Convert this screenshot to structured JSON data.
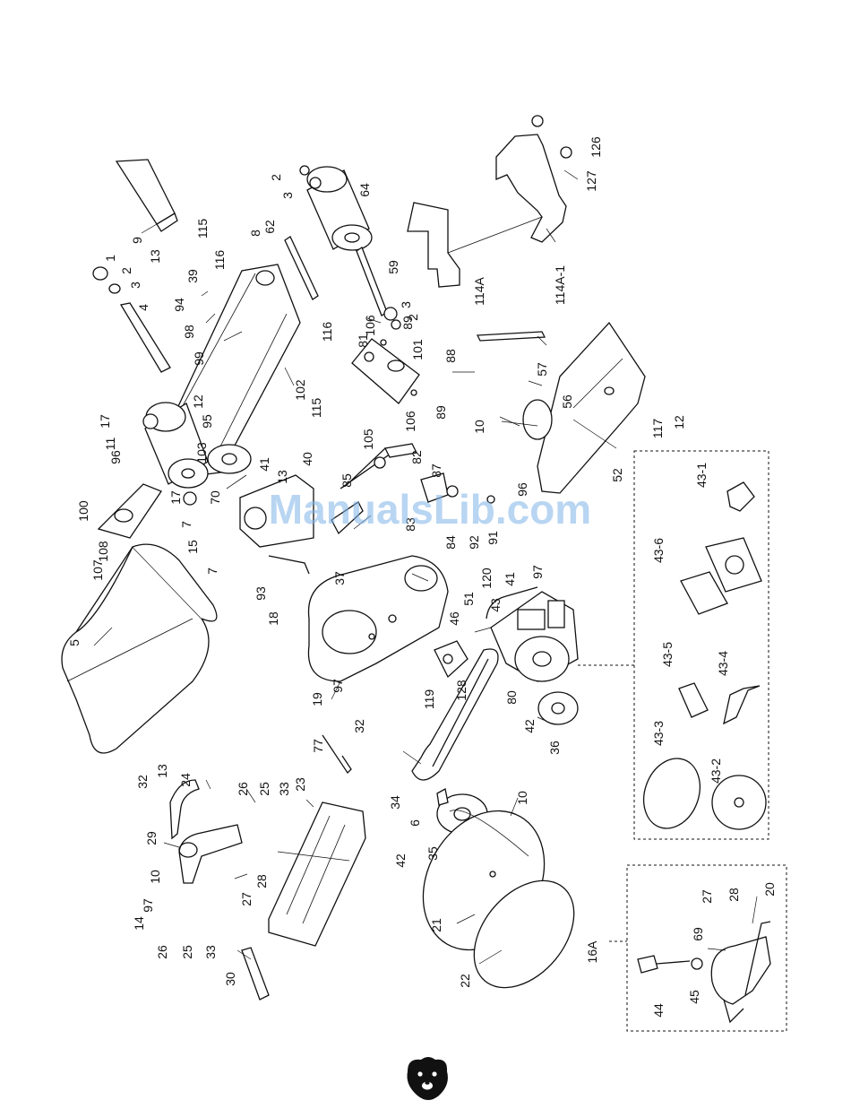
{
  "watermark": "ManualsLib.com",
  "logo": "bear-head-logo",
  "parts": [
    {
      "id": "p1",
      "label": "1"
    },
    {
      "id": "p2a",
      "label": "2"
    },
    {
      "id": "p3a",
      "label": "3"
    },
    {
      "id": "p4",
      "label": "4"
    },
    {
      "id": "p5",
      "label": "5"
    },
    {
      "id": "p9",
      "label": "9"
    },
    {
      "id": "p13a",
      "label": "13"
    },
    {
      "id": "p39",
      "label": "39"
    },
    {
      "id": "p115a",
      "label": "115"
    },
    {
      "id": "p116a",
      "label": "116"
    },
    {
      "id": "p8",
      "label": "8"
    },
    {
      "id": "p62",
      "label": "62"
    },
    {
      "id": "p2b",
      "label": "2"
    },
    {
      "id": "p3b",
      "label": "3"
    },
    {
      "id": "p64",
      "label": "64"
    },
    {
      "id": "p59",
      "label": "59"
    },
    {
      "id": "p3c",
      "label": "3"
    },
    {
      "id": "p2c",
      "label": "2"
    },
    {
      "id": "p106a",
      "label": "106"
    },
    {
      "id": "p89a",
      "label": "89"
    },
    {
      "id": "p88",
      "label": "88"
    },
    {
      "id": "p101",
      "label": "101"
    },
    {
      "id": "p106b",
      "label": "106"
    },
    {
      "id": "p89b",
      "label": "89"
    },
    {
      "id": "p81",
      "label": "81"
    },
    {
      "id": "p94",
      "label": "94"
    },
    {
      "id": "p98",
      "label": "98"
    },
    {
      "id": "p99",
      "label": "99"
    },
    {
      "id": "p102",
      "label": "102"
    },
    {
      "id": "p116b",
      "label": "116"
    },
    {
      "id": "p115b",
      "label": "115"
    },
    {
      "id": "p17a",
      "label": "17"
    },
    {
      "id": "p12a",
      "label": "12"
    },
    {
      "id": "p95",
      "label": "95"
    },
    {
      "id": "p11",
      "label": "11"
    },
    {
      "id": "p96a",
      "label": "96"
    },
    {
      "id": "p103",
      "label": "103"
    },
    {
      "id": "p100",
      "label": "100"
    },
    {
      "id": "p17b",
      "label": "17"
    },
    {
      "id": "p70",
      "label": "70"
    },
    {
      "id": "p7a",
      "label": "7"
    },
    {
      "id": "p15",
      "label": "15"
    },
    {
      "id": "p7b",
      "label": "7"
    },
    {
      "id": "p41a",
      "label": "41"
    },
    {
      "id": "p13b",
      "label": "13"
    },
    {
      "id": "p40",
      "label": "40"
    },
    {
      "id": "p108",
      "label": "108"
    },
    {
      "id": "p107",
      "label": "107"
    },
    {
      "id": "p105",
      "label": "105"
    },
    {
      "id": "p82",
      "label": "82"
    },
    {
      "id": "p85",
      "label": "85"
    },
    {
      "id": "p87",
      "label": "87"
    },
    {
      "id": "p83",
      "label": "83"
    },
    {
      "id": "p84",
      "label": "84"
    },
    {
      "id": "p92",
      "label": "92"
    },
    {
      "id": "p91",
      "label": "91"
    },
    {
      "id": "p93",
      "label": "93"
    },
    {
      "id": "p18",
      "label": "18"
    },
    {
      "id": "p37",
      "label": "37"
    },
    {
      "id": "p51",
      "label": "51"
    },
    {
      "id": "p46",
      "label": "46"
    },
    {
      "id": "p19",
      "label": "19"
    },
    {
      "id": "p97a",
      "label": "97"
    },
    {
      "id": "p32a",
      "label": "32"
    },
    {
      "id": "p119",
      "label": "119"
    },
    {
      "id": "p128",
      "label": "128"
    },
    {
      "id": "p43",
      "label": "43"
    },
    {
      "id": "p120",
      "label": "120"
    },
    {
      "id": "p41b",
      "label": "41"
    },
    {
      "id": "p97b",
      "label": "97"
    },
    {
      "id": "p80",
      "label": "80"
    },
    {
      "id": "p42a",
      "label": "42"
    },
    {
      "id": "p36",
      "label": "36"
    },
    {
      "id": "p77",
      "label": "77"
    },
    {
      "id": "p34",
      "label": "34"
    },
    {
      "id": "p6",
      "label": "6"
    },
    {
      "id": "p42b",
      "label": "42"
    },
    {
      "id": "p35",
      "label": "35"
    },
    {
      "id": "p10a",
      "label": "10"
    },
    {
      "id": "p21",
      "label": "21"
    },
    {
      "id": "p22",
      "label": "22"
    },
    {
      "id": "p32b",
      "label": "32"
    },
    {
      "id": "p13c",
      "label": "13"
    },
    {
      "id": "p24",
      "label": "24"
    },
    {
      "id": "p26a",
      "label": "26"
    },
    {
      "id": "p25a",
      "label": "25"
    },
    {
      "id": "p33a",
      "label": "33"
    },
    {
      "id": "p23",
      "label": "23"
    },
    {
      "id": "p29",
      "label": "29"
    },
    {
      "id": "p10b",
      "label": "10"
    },
    {
      "id": "p97c",
      "label": "97"
    },
    {
      "id": "p28",
      "label": "28"
    },
    {
      "id": "p27",
      "label": "27"
    },
    {
      "id": "p14",
      "label": "14"
    },
    {
      "id": "p26b",
      "label": "26"
    },
    {
      "id": "p25b",
      "label": "25"
    },
    {
      "id": "p33b",
      "label": "33"
    },
    {
      "id": "p30",
      "label": "30"
    },
    {
      "id": "p114a",
      "label": "114A"
    },
    {
      "id": "p114a1",
      "label": "114A-1"
    },
    {
      "id": "p126",
      "label": "126"
    },
    {
      "id": "p127",
      "label": "127"
    },
    {
      "id": "p57",
      "label": "57"
    },
    {
      "id": "p56",
      "label": "56"
    },
    {
      "id": "p10c",
      "label": "10"
    },
    {
      "id": "p117",
      "label": "117"
    },
    {
      "id": "p12b",
      "label": "12"
    },
    {
      "id": "p52",
      "label": "52"
    },
    {
      "id": "p96b",
      "label": "96"
    },
    {
      "id": "p43_1",
      "label": "43-1"
    },
    {
      "id": "p43_6",
      "label": "43-6"
    },
    {
      "id": "p43_5",
      "label": "43-5"
    },
    {
      "id": "p43_4",
      "label": "43-4"
    },
    {
      "id": "p43_3",
      "label": "43-3"
    },
    {
      "id": "p43_2",
      "label": "43-2"
    },
    {
      "id": "p16a",
      "label": "16A"
    },
    {
      "id": "p27b",
      "label": "27"
    },
    {
      "id": "p28b",
      "label": "28"
    },
    {
      "id": "p20",
      "label": "20"
    },
    {
      "id": "p69",
      "label": "69"
    },
    {
      "id": "p44",
      "label": "44"
    },
    {
      "id": "p45",
      "label": "45"
    }
  ]
}
